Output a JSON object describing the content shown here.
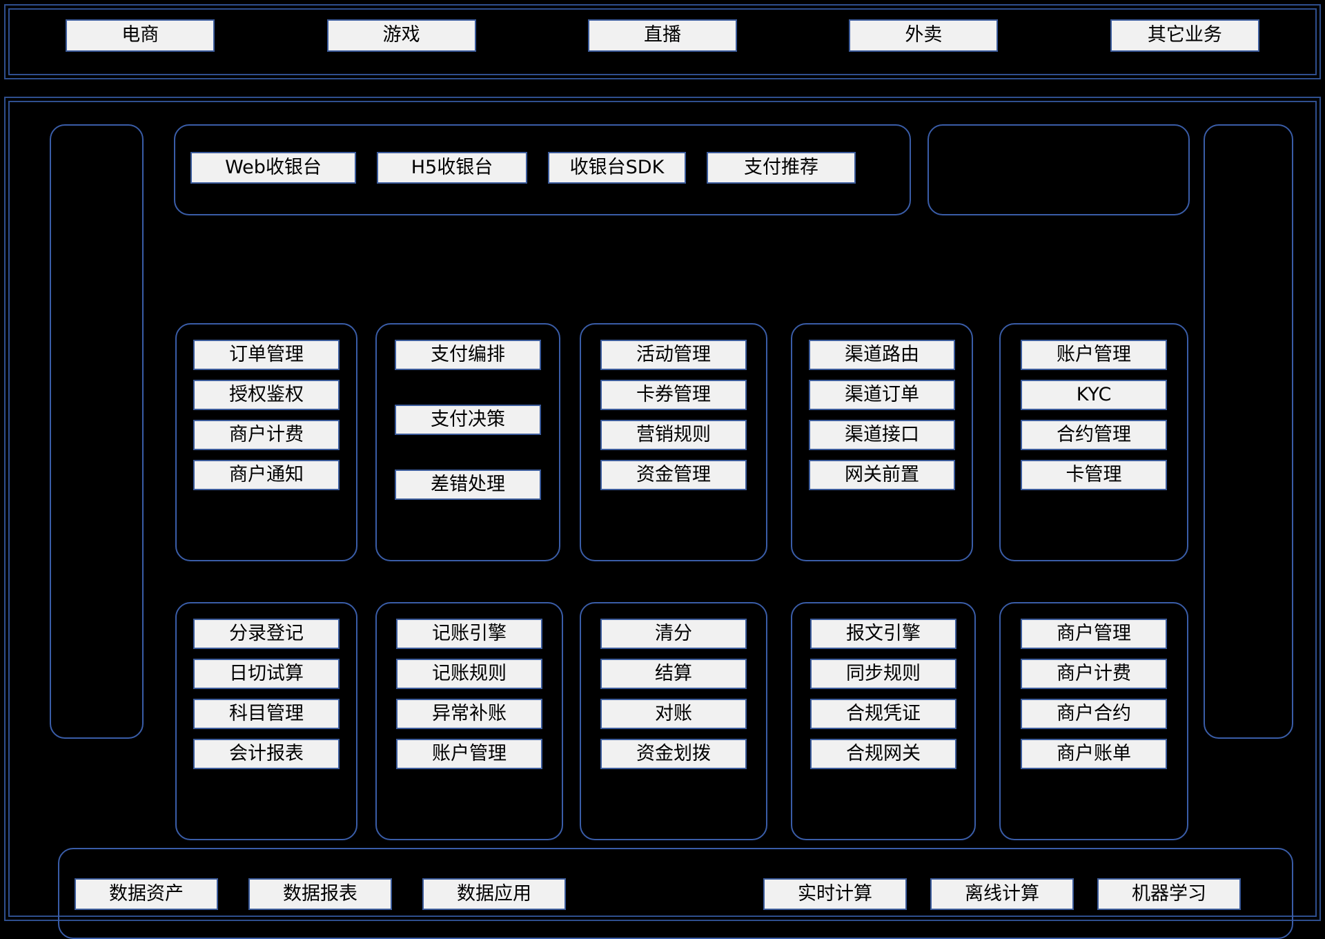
{
  "business_layer": {
    "name": "business-layer",
    "items": [
      {
        "label": "电商"
      },
      {
        "label": "游戏"
      },
      {
        "label": "直播"
      },
      {
        "label": "外卖"
      },
      {
        "label": "其它业务"
      }
    ]
  },
  "platform": {
    "checkout_band": {
      "items": [
        {
          "label": "Web收银台"
        },
        {
          "label": "H5收银台"
        },
        {
          "label": "收银台SDK"
        },
        {
          "label": "支付推荐"
        }
      ]
    },
    "gateway_band": {
      "items": []
    },
    "rail_left": {
      "items": []
    },
    "rail_right": {
      "items": []
    },
    "groups_row1": [
      {
        "name": "order-group",
        "items": [
          {
            "label": "订单管理"
          },
          {
            "label": "授权鉴权"
          },
          {
            "label": "商户计费"
          },
          {
            "label": "商户通知"
          }
        ]
      },
      {
        "name": "payment-orchestration-group",
        "items": [
          {
            "label": "支付编排"
          },
          {
            "label": "支付决策"
          },
          {
            "label": "差错处理"
          }
        ]
      },
      {
        "name": "marketing-group",
        "items": [
          {
            "label": "活动管理"
          },
          {
            "label": "卡券管理"
          },
          {
            "label": "营销规则"
          },
          {
            "label": "资金管理"
          }
        ]
      },
      {
        "name": "channel-group",
        "items": [
          {
            "label": "渠道路由"
          },
          {
            "label": "渠道订单"
          },
          {
            "label": "渠道接口"
          },
          {
            "label": "网关前置"
          }
        ]
      },
      {
        "name": "account-group",
        "items": [
          {
            "label": "账户管理"
          },
          {
            "label": "KYC"
          },
          {
            "label": "合约管理"
          },
          {
            "label": "卡管理"
          }
        ]
      }
    ],
    "groups_row2": [
      {
        "name": "accounting-entry-group",
        "items": [
          {
            "label": "分录登记"
          },
          {
            "label": "日切试算"
          },
          {
            "label": "科目管理"
          },
          {
            "label": "会计报表"
          }
        ]
      },
      {
        "name": "bookkeeping-group",
        "items": [
          {
            "label": "记账引擎"
          },
          {
            "label": "记账规则"
          },
          {
            "label": "异常补账"
          },
          {
            "label": "账户管理"
          }
        ]
      },
      {
        "name": "clearing-group",
        "items": [
          {
            "label": "清分"
          },
          {
            "label": "结算"
          },
          {
            "label": "对账"
          },
          {
            "label": "资金划拨"
          }
        ]
      },
      {
        "name": "compliance-group",
        "items": [
          {
            "label": "报文引擎"
          },
          {
            "label": "同步规则"
          },
          {
            "label": "合规凭证"
          },
          {
            "label": "合规网关"
          }
        ]
      },
      {
        "name": "merchant-group",
        "items": [
          {
            "label": "商户管理"
          },
          {
            "label": "商户计费"
          },
          {
            "label": "商户合约"
          },
          {
            "label": "商户账单"
          }
        ]
      }
    ],
    "data_band": {
      "left_items": [
        {
          "label": "数据资产"
        },
        {
          "label": "数据报表"
        },
        {
          "label": "数据应用"
        }
      ],
      "right_items": [
        {
          "label": "实时计算"
        },
        {
          "label": "离线计算"
        },
        {
          "label": "机器学习"
        }
      ]
    }
  },
  "colors": {
    "background": "#000000",
    "border": "#2f4f8f",
    "group_border": "#3a5da8",
    "chip_fill": "#f1f1f1",
    "chip_border": "#3c5c9c",
    "chip_text": "#000000"
  }
}
